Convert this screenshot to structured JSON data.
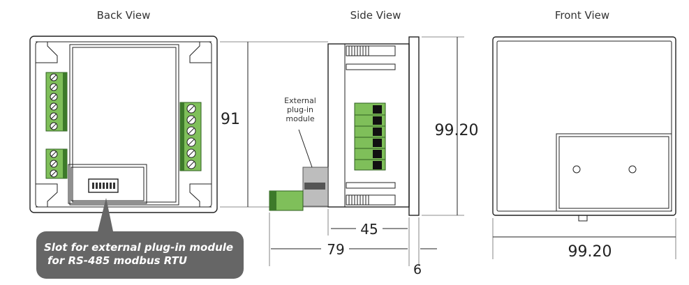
{
  "views": {
    "back": "Back View",
    "side": "Side View",
    "front": "Front View"
  },
  "dimensions": {
    "back_height": "91",
    "side_height": "99.20",
    "side_depth": "45",
    "side_total": "79",
    "panel_thickness": "6",
    "front_width": "99.20"
  },
  "labels": {
    "module_line1": "External",
    "module_line2": "plug-in",
    "module_line3": "module"
  },
  "callout": {
    "line1": "Slot for external plug-in module",
    "line2": "for RS-485 modbus RTU"
  },
  "colors": {
    "terminal_green": "#7fbf5a",
    "terminal_dark": "#3d7a2a",
    "callout_bg": "#666666",
    "module_gray": "#bdbdbd"
  }
}
